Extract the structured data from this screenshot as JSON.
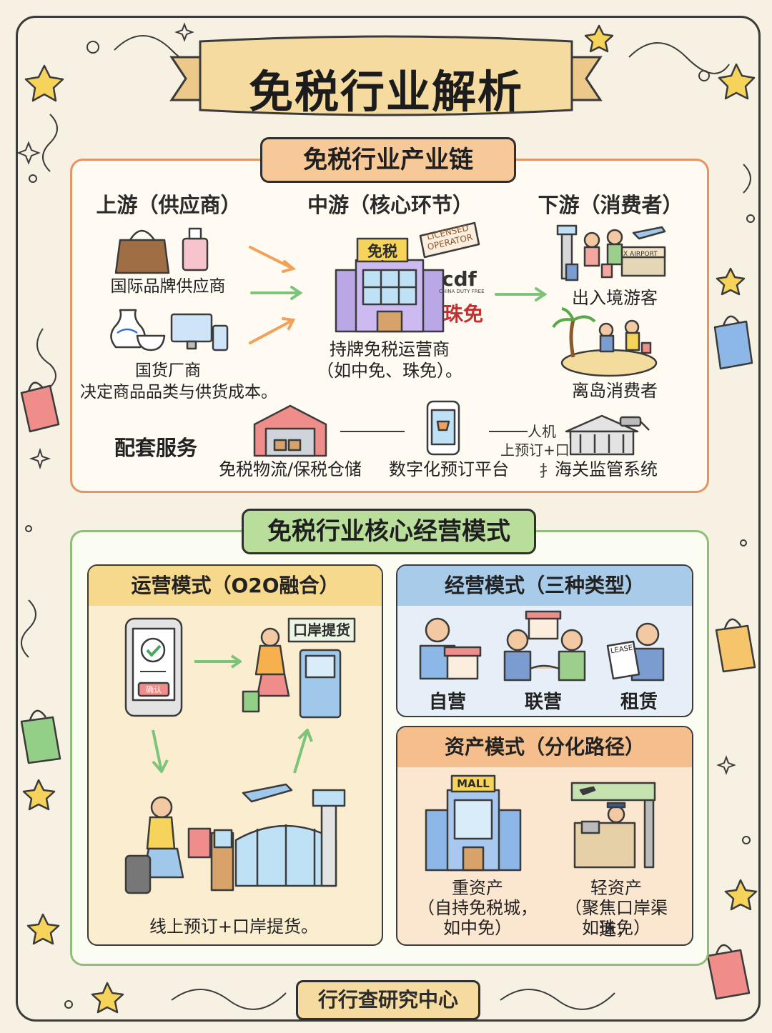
{
  "title": "免税行业解析",
  "chain": {
    "heading": "免税行业产业链",
    "upstream": {
      "header": "上游（供应商）",
      "item1": "国际品牌供应商",
      "item2_line1": "国货厂商",
      "item2_line2": "决定商品品类与供货成本。"
    },
    "midstream": {
      "header": "中游（核心环节）",
      "sign": "免税",
      "stamp_line1": "LICENSED",
      "stamp_line2": "OPERATOR",
      "logo_cdf": "cdf",
      "logo_cdf_sub": "CHINA DUTY FREE",
      "logo_zhu": "珠免",
      "label_line1": "持牌免税运营商",
      "label_line2": "（如中免、珠免）。"
    },
    "downstream": {
      "header": "下游（消费者）",
      "airport_sign": "X AIRPORT",
      "item1": "出入境游客",
      "item2": "离岛消费者"
    },
    "services": {
      "header": "配套服务",
      "item1": "免税物流/保税仓储",
      "item2": "数字化预订平台",
      "item3": "海关监管系统",
      "ghost_line1": "人机",
      "ghost_line2": "上预订+口",
      "ghost_prefix": "扌"
    }
  },
  "model": {
    "heading": "免税行业核心经营模式",
    "operation": {
      "header": "运营模式（O2O融合）",
      "pickup_sign": "口岸提货",
      "confirm_button": "确认",
      "caption": "线上预订+口岸提货。"
    },
    "business": {
      "header": "经营模式（三种类型）",
      "type1": "自营",
      "type2": "联营",
      "type3": "租赁",
      "lease_doc": "LEASE"
    },
    "asset": {
      "header": "资产模式（分化路径）",
      "mall_sign": "MALL",
      "heavy_line1": "重资产",
      "heavy_line2": "（自持免税城，",
      "heavy_line3": "如中免）",
      "light_line1": "轻资产",
      "light_line2": "（聚焦口岸渠道，",
      "light_line3": "如珠免）"
    }
  },
  "footer": "行行查研究中心",
  "colors": {
    "background": "#f7f1e3",
    "chain_border": "#e29565",
    "chain_tab": "#f7c999",
    "model_border": "#8fbe78",
    "model_tab": "#b9de9b",
    "operation_bg": "#fbedd0",
    "operation_header": "#f6d98d",
    "business_bg": "#e6eef8",
    "business_header": "#a8cbe9",
    "asset_bg": "#fbe6d0",
    "asset_header": "#f4bf8c",
    "arrow_orange": "#f0a15a",
    "arrow_green": "#7cc47a"
  }
}
